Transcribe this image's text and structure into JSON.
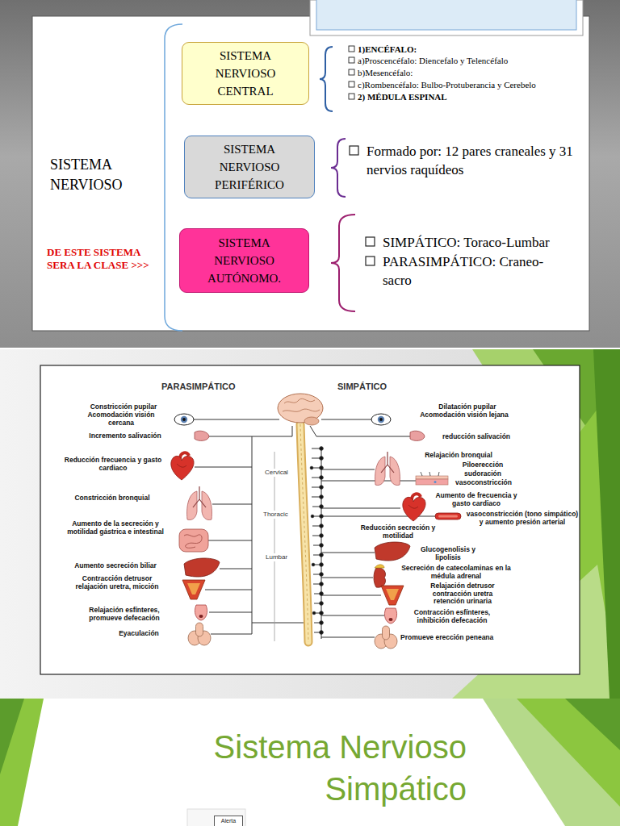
{
  "diagram": {
    "nodes": [
      {
        "text": [
          "SISTEMA NERVIOSO CENTRAL"
        ]
      },
      {
        "text": [
          "SISTEMA NERVIOSO PERIFÉRICO"
        ]
      },
      {
        "text": [
          "SISTEMA NERVIOSO AUTÓNOMO."
        ]
      },
      {
        "text": [
          "Alerta"
        ]
      }
    ],
    "labels": [
      "1)ENCÉFALO:",
      "a)Proscencéfalo: Diencefalo y Telencéfalo",
      "b)Mesencéfalo:",
      "c)Rombencéfalo: Bulbo-Protuberancia y Cerebelo",
      "2) MÉDULA ESPINAL",
      "SISTEMA NERVIOSO",
      "Formado por: 12 pares craneales y 31 nervios raquídeos",
      "DE ESTE SISTEMA SERA LA CLASE >>>",
      "SIMPÁTICO: Toraco-Lumbar",
      "PARASIMPÁTICO: Craneo-sacro",
      "PARASIMPÁTICO",
      "SIMPÁTICO",
      "Constricción pupilar",
      "Acomodación visión cercana",
      "Incremento salivación",
      "Reducción frecuencia y gasto cardiaco",
      "Constricción bronquial",
      "Aumento de la secreción y motilidad gástrica e intestinal",
      "Aumento secreción biliar",
      "Contracción detrusor relajación uretra, micción",
      "Relajación esfínteres, promueve defecación",
      "Eyaculación",
      "Cervical",
      "Thoracic",
      "Lumbar",
      "Dilatación pupilar",
      "Acomodación visión lejana",
      "reducción salivación",
      "Relajación bronquial",
      "Piloerección",
      "sudoración",
      "vasoconstricción",
      "Aumento de frecuencia y gasto cardiaco",
      "vasoconstricción (tono simpático) y aumento presión arterial",
      "Reducción secreción y motilidad",
      "Glucogenolisis y lipolisis",
      "Secreción de catecolaminas en la médula adrenal",
      "Relajación detrusor contracción uretra retención urinaria",
      "Contracción esfínteres, inhibición defecación",
      "Promueve erección peneana",
      "Sistema Nervioso Simpático"
    ]
  }
}
